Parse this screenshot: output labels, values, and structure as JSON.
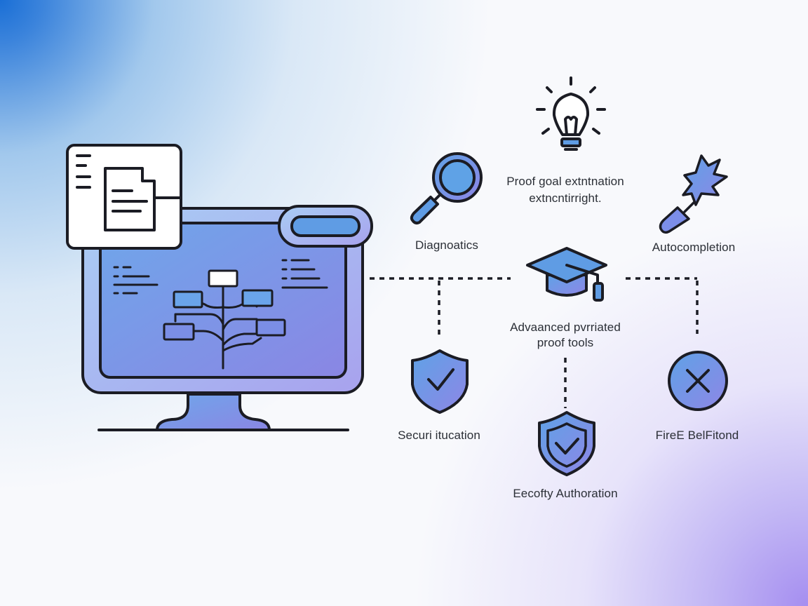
{
  "labels": {
    "proof_goal_line1": "Proof goal extntnation",
    "proof_goal_line2": "extncntirright.",
    "diagnostics": "Diagnoatics",
    "autocompletion": "Autocompletion",
    "advanced_line1": "Advaanced pvrriated",
    "advanced_line2": "proof tools",
    "security": "Securi itucation",
    "authorization": "Eecofty Authoration",
    "fire": "FireE BelFitond"
  },
  "icons": [
    "monitor-icon",
    "document-icon",
    "tree-diagram-icon",
    "toggle-pill-icon",
    "lightbulb-icon",
    "magnifier-icon",
    "lightning-tool-icon",
    "graduation-cap-icon",
    "shield-check-icon",
    "close-circle-icon"
  ],
  "colors": {
    "stroke": "#1b1c24",
    "accent_blue": "#5f9ce4",
    "accent_purple": "#8f86e6",
    "label_text": "#2b2f36"
  }
}
